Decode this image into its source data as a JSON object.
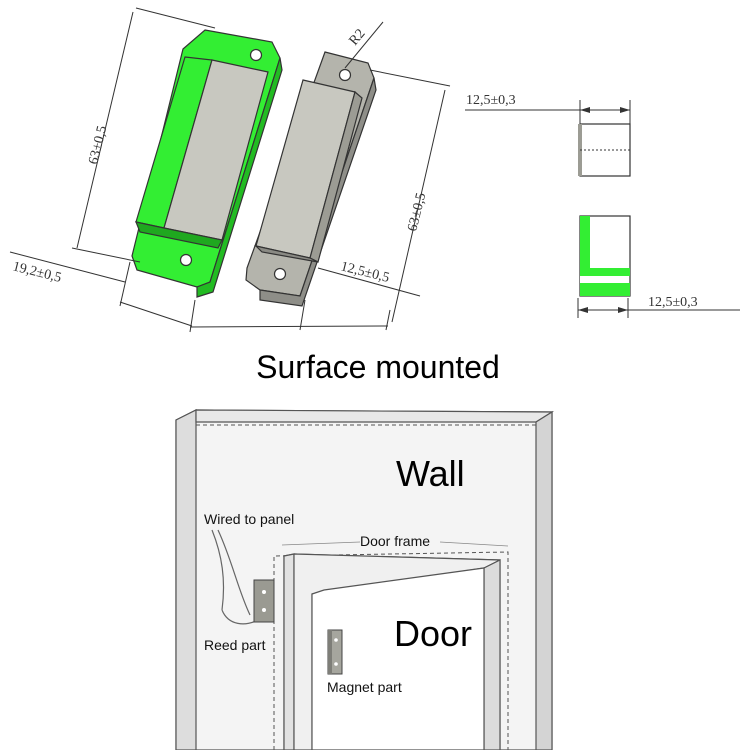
{
  "dimensions": {
    "length_green": "63±0,5",
    "length_grey": "63±0,5",
    "width_base": "19,2±0,5",
    "width_body": "12,5±0,5",
    "radius": "R2",
    "side_top": "12,5±0,3",
    "side_bottom": "12,5±0,3"
  },
  "title": "Surface mounted",
  "install": {
    "wall": "Wall",
    "wired": "Wired to panel",
    "door_frame": "Door frame",
    "reed": "Reed part",
    "door": "Door",
    "magnet": "Magnet part"
  },
  "colors": {
    "magnet_green": "#33ee33",
    "sensor_grey": "#c8c8c0",
    "body_grey": "#b4b4ac",
    "line": "#333333"
  }
}
